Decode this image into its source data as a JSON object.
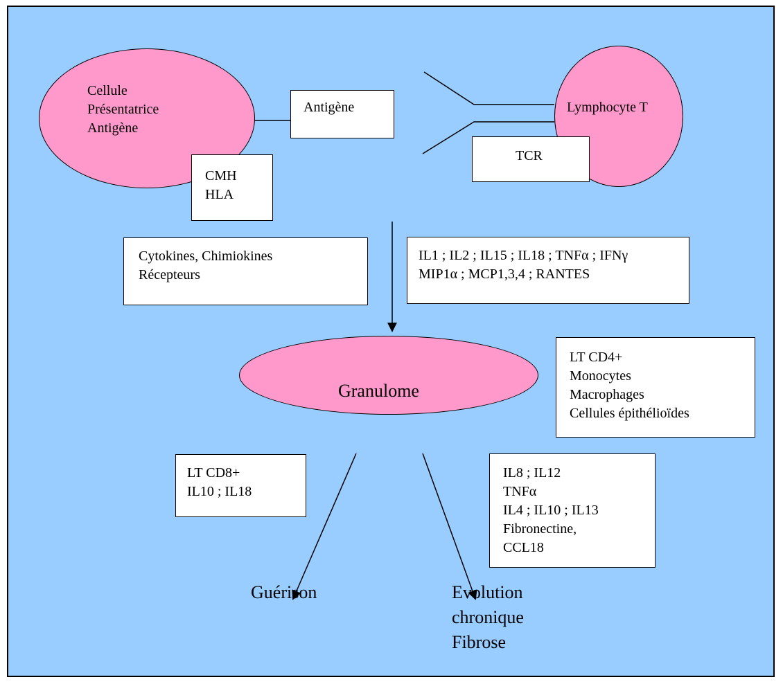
{
  "nodes": {
    "apc": {
      "lines": [
        "Cellule",
        "Présentatrice",
        "Antigène"
      ]
    },
    "antigen": {
      "text": "Antigène"
    },
    "lymphocyte": {
      "text": "Lymphocyte T"
    },
    "tcr": {
      "text": "TCR"
    },
    "cmh": {
      "lines": [
        "CMH",
        "HLA"
      ]
    },
    "cytokines": {
      "lines": [
        "Cytokines, Chimiokines",
        "Récepteurs"
      ]
    },
    "interleukins": {
      "lines": [
        "IL1 ; IL2 ; IL15 ; IL18 ; TNFα ; IFNγ",
        "MIP1α ; MCP1,3,4 ; RANTES"
      ]
    },
    "granulome": {
      "text": "Granulome"
    },
    "cells": {
      "lines": [
        "LT CD4+",
        "Monocytes",
        "Macrophages",
        "Cellules épithélioïdes"
      ]
    },
    "cd8": {
      "lines": [
        "LT CD8+",
        "IL10 ; IL18"
      ]
    },
    "fibrosis_factors": {
      "lines": [
        "IL8 ; IL12",
        "TNFα",
        "IL4 ; IL10 ; IL13",
        "Fibronectine,",
        "CCL18"
      ]
    },
    "guerison": {
      "text": "Guérison"
    },
    "evolution": {
      "lines": [
        "Evolution",
        "chronique",
        "Fibrose"
      ]
    }
  },
  "colors": {
    "background": "#99ccff",
    "cell": "#ff99cc",
    "box": "#ffffff",
    "line": "#000000"
  }
}
